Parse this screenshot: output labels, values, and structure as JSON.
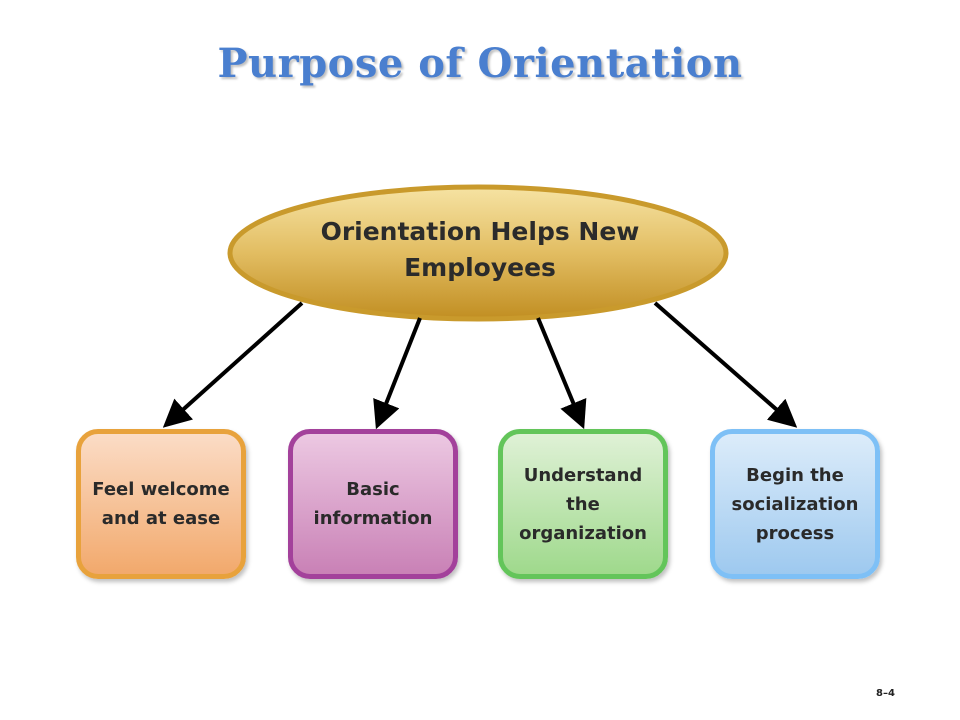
{
  "title": "Purpose of Orientation",
  "center": {
    "line1": "Orientation Helps New",
    "line2": "Employees"
  },
  "boxes": [
    {
      "label": "Feel welcome and at ease"
    },
    {
      "label": "Basic information"
    },
    {
      "label": "Understand the organization"
    },
    {
      "label": "Begin the socialization process"
    }
  ],
  "slide_number": "8–4",
  "colors": {
    "title": "#4a7fcf",
    "oval_fill": "#d9a93a",
    "oval_border": "#c89a2a",
    "box_orange": "#e8a23c",
    "box_purple": "#a3419b",
    "box_green": "#63c55a",
    "box_blue": "#7ec0f6"
  }
}
